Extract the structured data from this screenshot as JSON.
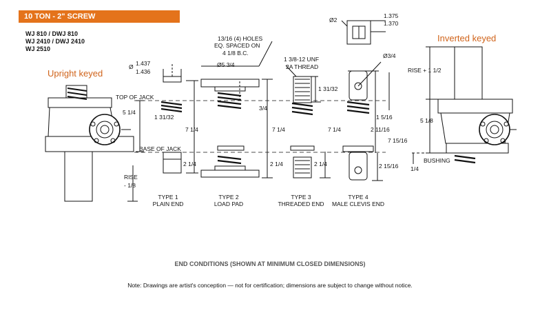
{
  "header": {
    "title": "10 TON - 2\" SCREW"
  },
  "models": [
    "WJ 810 / DWJ 810",
    "WJ 2410 / DWJ 2410",
    "WJ 2510"
  ],
  "orientation": {
    "upright": "Upright keyed",
    "inverted": "Inverted keyed"
  },
  "dims": {
    "d1437": "1.437",
    "d1436": "1.436",
    "phi": "Ø",
    "top_of_jack": "TOP OF JACK",
    "base_of_jack": "BASE OF JACK",
    "five_quarter": "5 1/4",
    "one_31_32": "1 31/32",
    "rise_label": "RISE",
    "rise_minus": "- 1/8",
    "two_quarter_a": "2 1/4",
    "seven_quarter_a": "7 1/4",
    "holes_1": "13/16 (4) HOLES",
    "holes_2": "EQ. SPACED ON",
    "holes_3": "4 1/8 B.C.",
    "dia_534": "Ø5 3/4",
    "three_quarter": "3/4",
    "seven_quarter_b": "7 1/4",
    "two_quarter_b": "2 1/4",
    "unf_1": "1 3/8-12 UNF",
    "unf_2": "2A THREAD",
    "one_31_32_b": "1 31/32",
    "seven_quarter_c": "7 1/4",
    "two_quarter_c": "2 1/4",
    "dia2": "Ø2",
    "d1375": "1.375",
    "d1370": "1.370",
    "dia34": "Ø3/4",
    "two_11_16": "2 11/16",
    "one_5_16": "1 5/16",
    "seven_15_16": "7 15/16",
    "two_15_16": "2 15/16",
    "rise_plus": "RISE + 1 1/2",
    "five_eighth": "5 1/8",
    "bushing": "BUSHING",
    "quarter": "1/4"
  },
  "types": [
    {
      "num": "TYPE 1",
      "name": "PLAIN END"
    },
    {
      "num": "TYPE 2",
      "name": "LOAD PAD"
    },
    {
      "num": "TYPE 3",
      "name": "THREADED END"
    },
    {
      "num": "TYPE 4",
      "name": "MALE CLEVIS END"
    }
  ],
  "caption": "END CONDITIONS (SHOWN AT MINIMUM CLOSED DIMENSIONS)",
  "note": "Note: Drawings are artist's conception — not for certification; dimensions are subject to change without notice."
}
